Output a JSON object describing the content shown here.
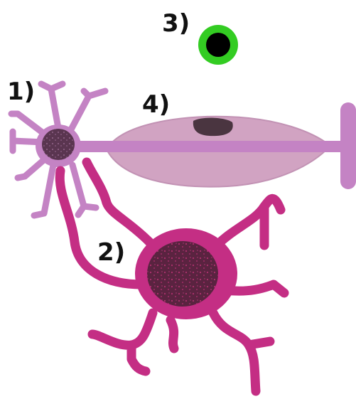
{
  "labels": {
    "neuron": "1)",
    "glial_cell": "2)",
    "cell_3": "3)",
    "sheath": "4)"
  },
  "colors": {
    "neuron": "#c483c4",
    "neuron_nucleus": "#5a3550",
    "glial_cell": "#c42e84",
    "glial_nucleus": "#5a2340",
    "sheath": "#d1a3c2",
    "sheath_nucleus": "#4a3540",
    "ring": "#33cc22",
    "ring_center": "#000000"
  }
}
